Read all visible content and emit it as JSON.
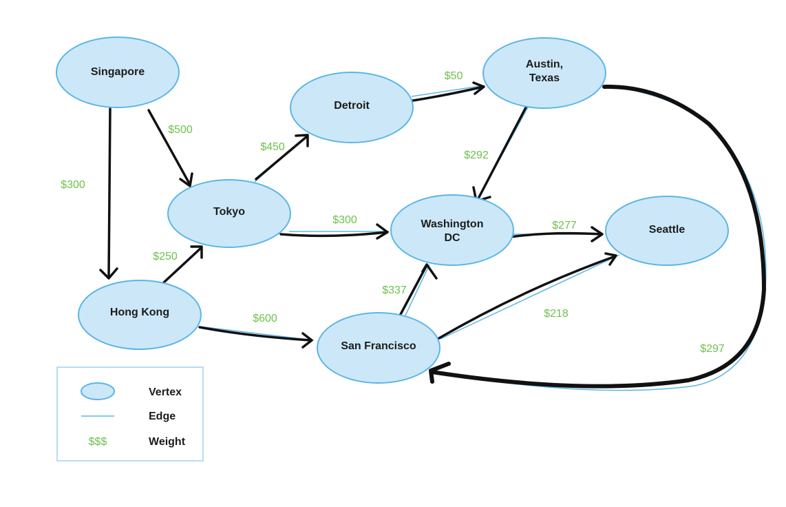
{
  "graph": {
    "vertices": {
      "singapore": {
        "lines": [
          "Singapore"
        ]
      },
      "tokyo": {
        "lines": [
          "Tokyo"
        ]
      },
      "hong_kong": {
        "lines": [
          "Hong Kong"
        ]
      },
      "detroit": {
        "lines": [
          "Detroit"
        ]
      },
      "austin": {
        "lines": [
          "Austin,",
          "Texas"
        ]
      },
      "washington": {
        "lines": [
          "Washington",
          "DC"
        ]
      },
      "seattle": {
        "lines": [
          "Seattle"
        ]
      },
      "san_francisco": {
        "lines": [
          "San Francisco"
        ]
      }
    },
    "edges": [
      {
        "from": "Singapore",
        "to": "Hong Kong",
        "weight": "$300"
      },
      {
        "from": "Singapore",
        "to": "Tokyo",
        "weight": "$500"
      },
      {
        "from": "Tokyo",
        "to": "Detroit",
        "weight": "$450"
      },
      {
        "from": "Hong Kong",
        "to": "Tokyo",
        "weight": "$250"
      },
      {
        "from": "Tokyo",
        "to": "Washington DC",
        "weight": "$300"
      },
      {
        "from": "Hong Kong",
        "to": "San Francisco",
        "weight": "$600"
      },
      {
        "from": "Detroit",
        "to": "Austin, Texas",
        "weight": "$50"
      },
      {
        "from": "Austin, Texas",
        "to": "Washington DC",
        "weight": "$292"
      },
      {
        "from": "Washington DC",
        "to": "Seattle",
        "weight": "$277"
      },
      {
        "from": "San Francisco",
        "to": "Washington DC",
        "weight": "$337"
      },
      {
        "from": "San Francisco",
        "to": "Seattle",
        "weight": "$218"
      },
      {
        "from": "Austin, Texas",
        "to": "San Francisco",
        "weight": "$297"
      }
    ]
  },
  "legend": {
    "vertex_label": "Vertex",
    "edge_label": "Edge",
    "weight_symbol": "$$$",
    "weight_label": "Weight"
  },
  "colors": {
    "vertex_fill": "#cce8f8",
    "vertex_stroke": "#5bb5e6",
    "weight_text": "#6cc24a",
    "ink": "#111111"
  }
}
